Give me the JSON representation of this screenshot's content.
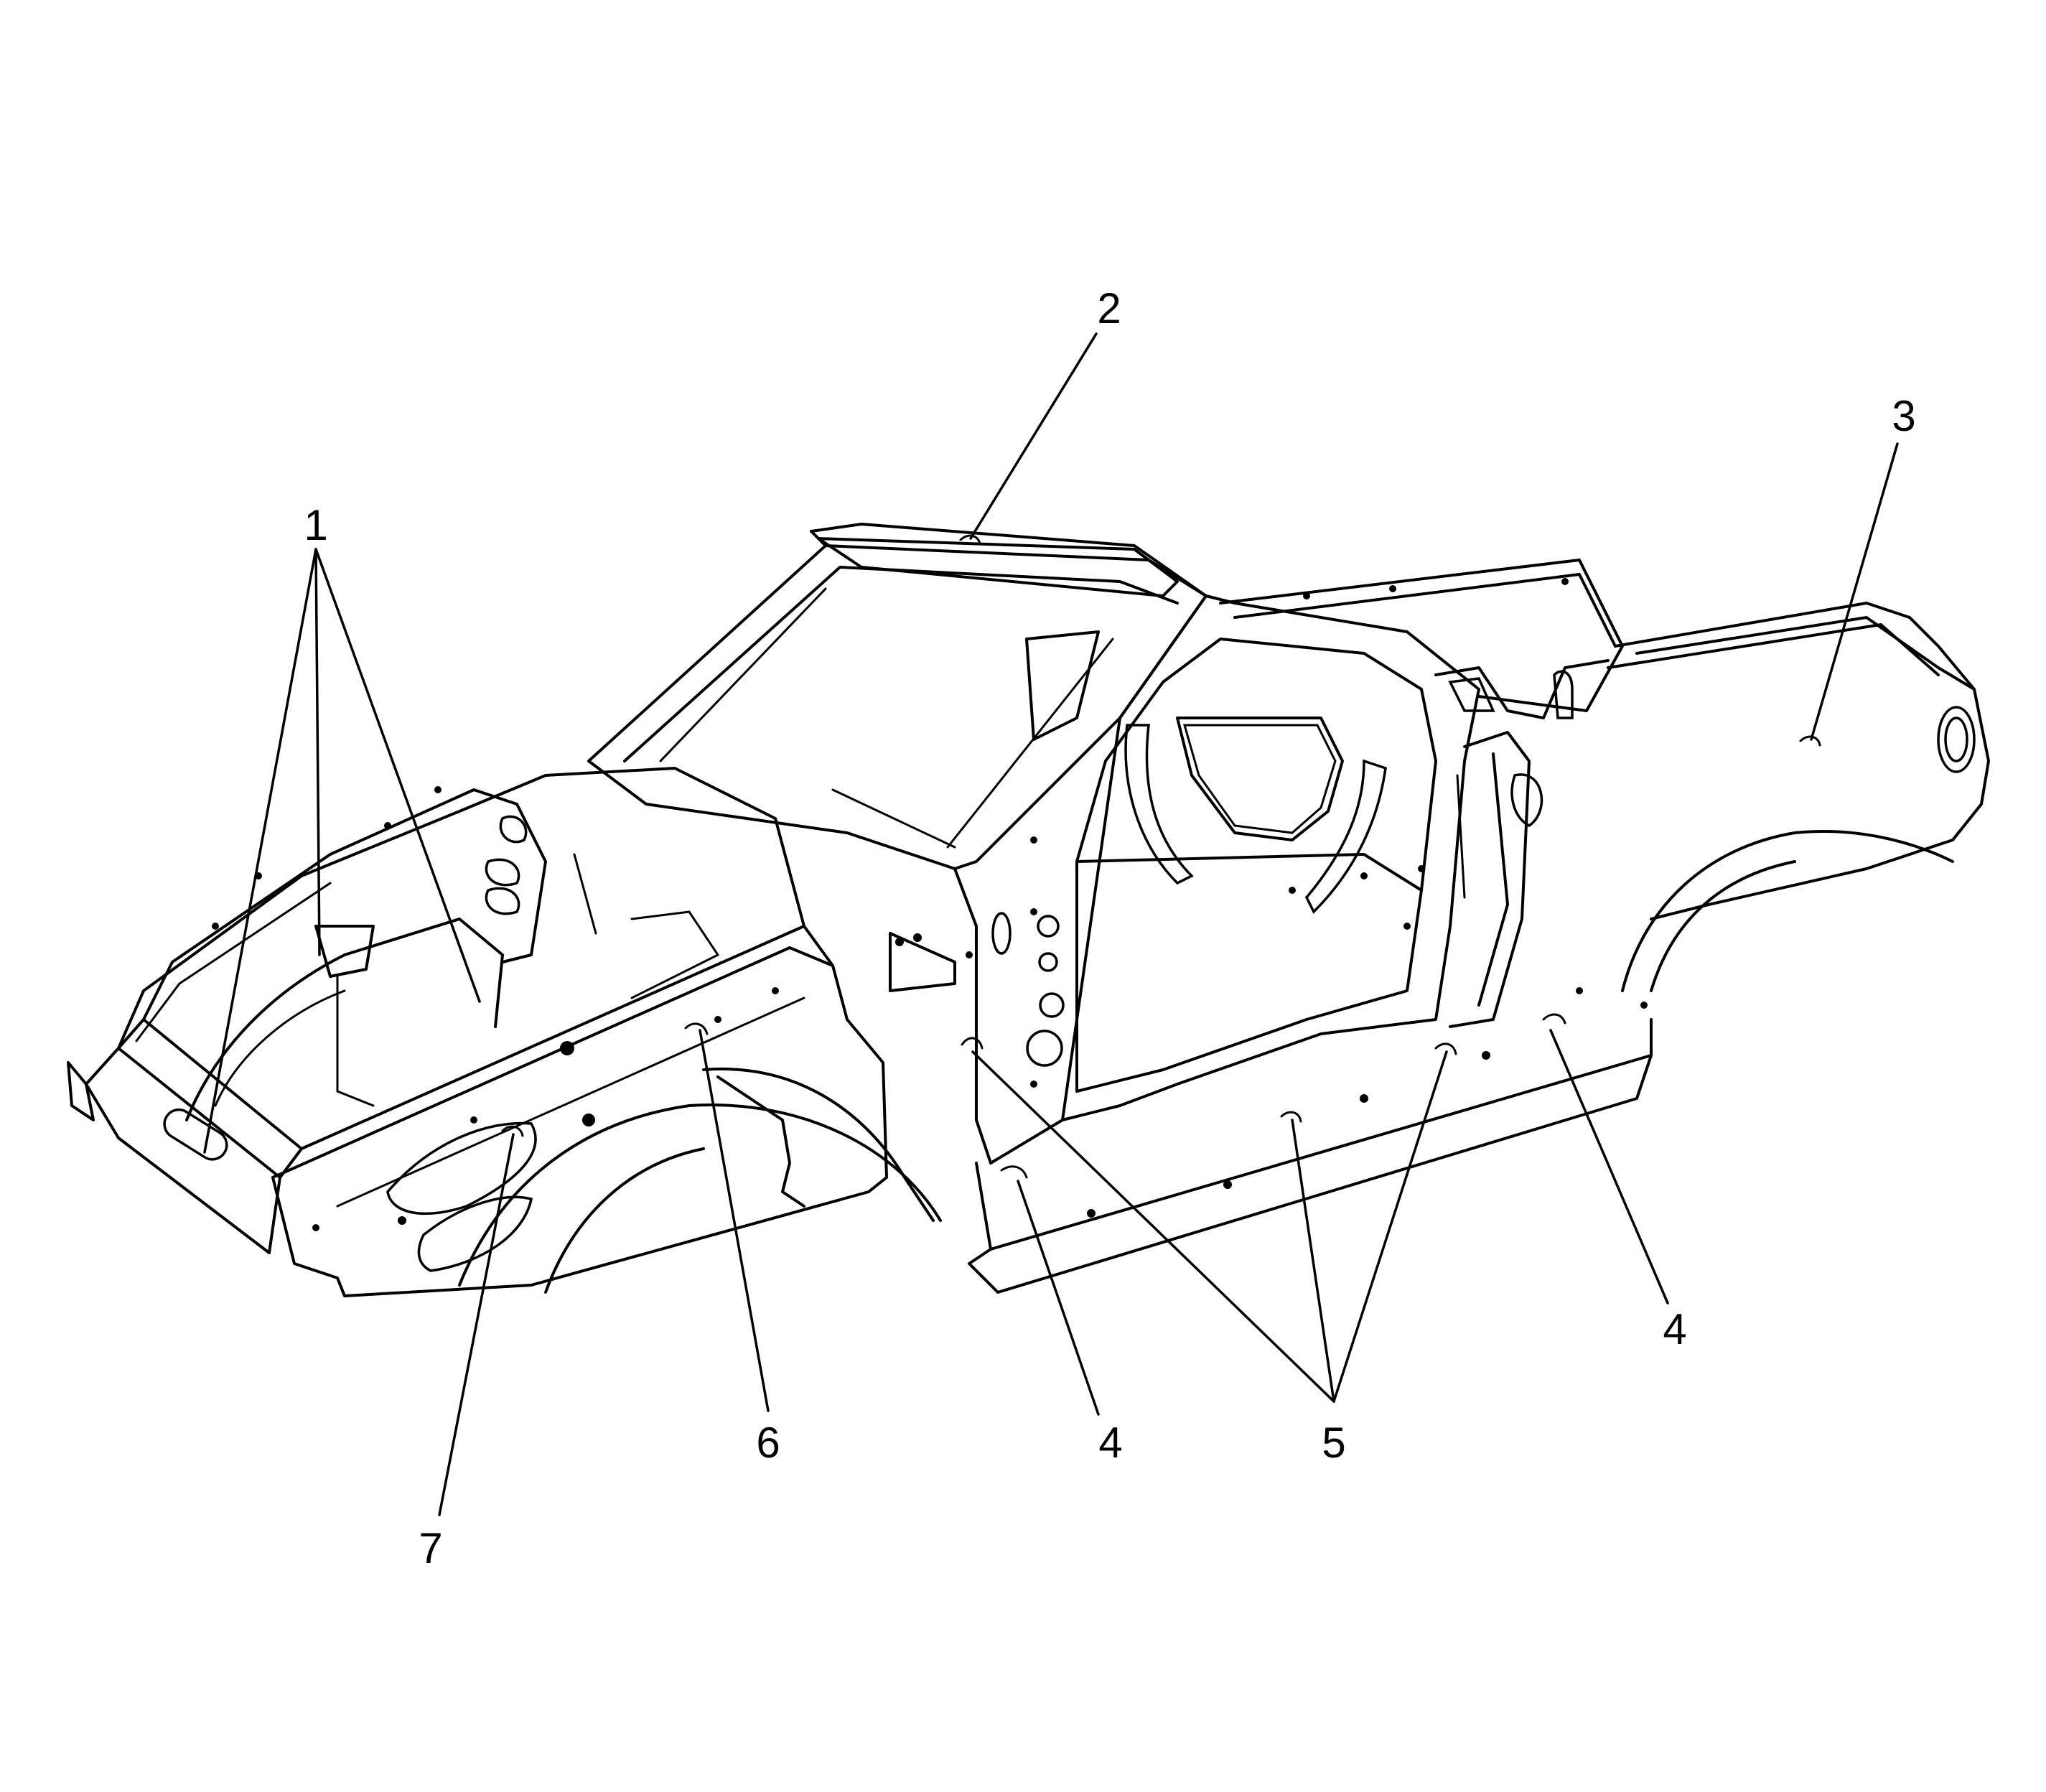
{
  "diagram": {
    "callouts": [
      {
        "id": "c1",
        "label": "1"
      },
      {
        "id": "c2",
        "label": "2"
      },
      {
        "id": "c3",
        "label": "3"
      },
      {
        "id": "c4a",
        "label": "4"
      },
      {
        "id": "c4b",
        "label": "4"
      },
      {
        "id": "c5",
        "label": "5"
      },
      {
        "id": "c6",
        "label": "6"
      },
      {
        "id": "c7",
        "label": "7"
      }
    ],
    "colors": {
      "line": "#000000",
      "background": "#ffffff"
    }
  }
}
